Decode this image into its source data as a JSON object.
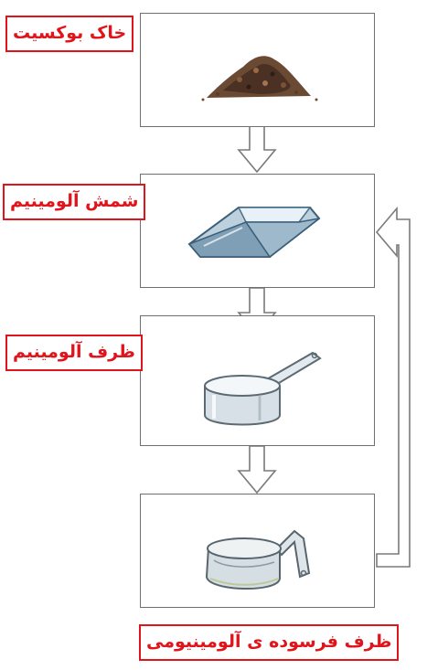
{
  "diagram": {
    "steps": [
      {
        "label": "خاک بوکسیت",
        "icon": "bauxite-ore-icon"
      },
      {
        "label": "شمش آلومینیم",
        "icon": "aluminium-ingot-icon"
      },
      {
        "label": "ظرف آلومینیم",
        "icon": "aluminium-pan-icon"
      },
      {
        "label": "ظرف فرسوده ی آلومینیومی",
        "icon": "worn-aluminium-pan-icon"
      }
    ],
    "colors": {
      "label_text": "#e0141b",
      "label_border": "#e0141b",
      "box_border": "#6f6f6f",
      "arrow_fill": "#ffffff",
      "arrow_stroke": "#7a7a7a"
    }
  }
}
